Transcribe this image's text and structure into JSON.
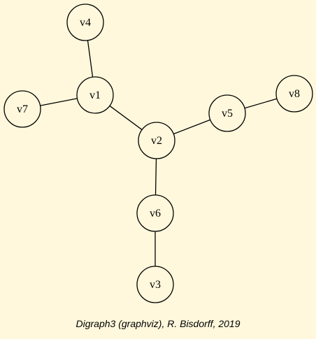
{
  "graph": {
    "nodes": [
      {
        "id": "v4",
        "label": "v4"
      },
      {
        "id": "v1",
        "label": "v1"
      },
      {
        "id": "v7",
        "label": "v7"
      },
      {
        "id": "v2",
        "label": "v2"
      },
      {
        "id": "v5",
        "label": "v5"
      },
      {
        "id": "v8",
        "label": "v8"
      },
      {
        "id": "v6",
        "label": "v6"
      },
      {
        "id": "v3",
        "label": "v3"
      }
    ],
    "edges": [
      {
        "from": "v4",
        "to": "v1"
      },
      {
        "from": "v7",
        "to": "v1"
      },
      {
        "from": "v1",
        "to": "v2"
      },
      {
        "from": "v2",
        "to": "v5"
      },
      {
        "from": "v5",
        "to": "v8"
      },
      {
        "from": "v2",
        "to": "v6"
      },
      {
        "from": "v6",
        "to": "v3"
      }
    ]
  },
  "caption": "Digraph3 (graphviz), R. Bisdorff, 2019",
  "colors": {
    "background": "#fff8dc",
    "stroke": "#000000"
  }
}
